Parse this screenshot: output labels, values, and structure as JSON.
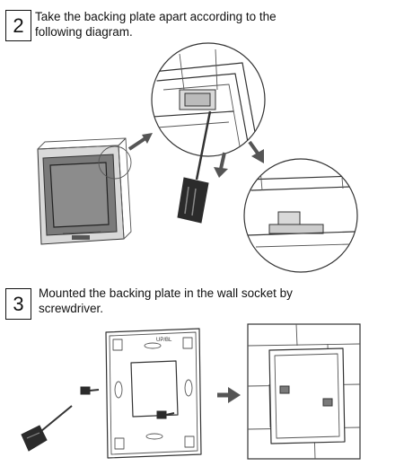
{
  "steps": [
    {
      "number": "2",
      "text_line1": "Take the backing plate apart according to the",
      "text_line2": "following diagram."
    },
    {
      "number": "3",
      "text_line1": "Mounted the backing plate in the wall socket by",
      "text_line2": "screwdriver."
    }
  ],
  "plate_label": "UP/BL",
  "colors": {
    "ink": "#111111",
    "arrow": "#555555",
    "panel_gray": "#8c8c8c"
  }
}
